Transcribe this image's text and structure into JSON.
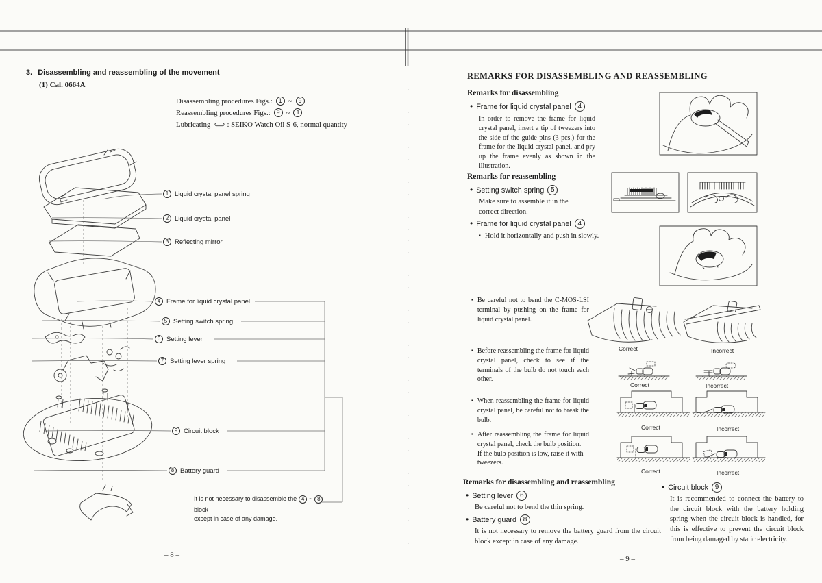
{
  "glyphs": {
    "dot": "•",
    "square": "▪",
    "tilde": "~"
  },
  "left_page": {
    "heading_num": "3.",
    "heading": "Disassembling and reassembling of the movement",
    "cal": "(1)  Cal. 0664A",
    "proc": {
      "line1_label": "Disassembling procedures Figs.:",
      "line1_from": "1",
      "line1_to": "9",
      "line2_label": "Reassembling procedures Figs.:",
      "line2_from": "9",
      "line2_to": "1",
      "tilde": "~",
      "lubricating_label": "Lubricating",
      "oil_symbol": "⊂⊃",
      "lubricating_text": ":  SEIKO Watch Oil S-6, normal quantity"
    },
    "parts": [
      {
        "num": "1",
        "label": "Liquid crystal panel spring"
      },
      {
        "num": "2",
        "label": "Liquid crystal panel"
      },
      {
        "num": "3",
        "label": "Reflecting mirror"
      },
      {
        "num": "4",
        "label": "Frame for liquid crystal panel"
      },
      {
        "num": "5",
        "label": "Setting switch spring"
      },
      {
        "num": "6",
        "label": "Setting lever"
      },
      {
        "num": "7",
        "label": "Setting lever spring"
      },
      {
        "num": "9",
        "label": "Circuit block"
      },
      {
        "num": "8",
        "label": "Battery guard"
      }
    ],
    "note": {
      "line1_pre": "It is not necessary to disassemble the",
      "ref_a": "4",
      "tilde": "~",
      "ref_b": "8",
      "line1_post": "block",
      "line2": "except in case of any damage."
    },
    "page_no": "– 8 –"
  },
  "right_page": {
    "title": "REMARKS FOR DISASSEMBLING AND REASSEMBLING",
    "disassembling": {
      "heading": "Remarks for disassembling",
      "item_label": "Frame for liquid crystal panel",
      "item_ref": "4",
      "body": "In order to remove the frame for liquid crystal panel, insert a tip of tweezers into the side of the guide pins (3 pcs.) for the frame for the liquid crystal panel, and pry up the frame evenly as shown in the illustration."
    },
    "reassembling": {
      "heading": "Remarks for reassembling",
      "item1_label": "Setting switch spring",
      "item1_ref": "5",
      "item1_body": "Make sure to assemble it in the correct direction.",
      "item2_label": "Frame for liquid crystal panel",
      "item2_ref": "4",
      "item2_sub": "Hold it horizontally and push in slowly.",
      "bullets": [
        "Be careful not to bend the C-MOS-LSI terminal by pushing on the frame for liquid crystal panel.",
        "Before reassembling the frame for liquid crystal panel, check to see if the terminals of the bulb do not touch each other.",
        "When reassembling the frame for liquid crystal panel, be careful not to break the bulb."
      ],
      "after_line1": "After reassembling the frame for liquid crystal panel, check the bulb position.",
      "after_line2": "If the bulb position is low, raise it with tweezers."
    },
    "labels": {
      "correct": "Correct",
      "incorrect": "Incorrect"
    },
    "both": {
      "heading": "Remarks for disassembling and reassembling",
      "item1_label": "Setting lever",
      "item1_ref": "6",
      "item1_body": "Be careful not to bend the thin spring.",
      "item2_label": "Battery guard",
      "item2_ref": "8",
      "item2_body": "It is not necessary to remove the battery guard from the circuit block except in case of any damage.",
      "item3_label": "Circuit block",
      "item3_ref": "9",
      "item3_body": "It is recommended to connect the battery to the circuit block with the battery holding spring when the circuit block is handled, for this is effective to prevent the circuit block from being damaged by static electricity."
    },
    "page_no": "– 9 –"
  }
}
